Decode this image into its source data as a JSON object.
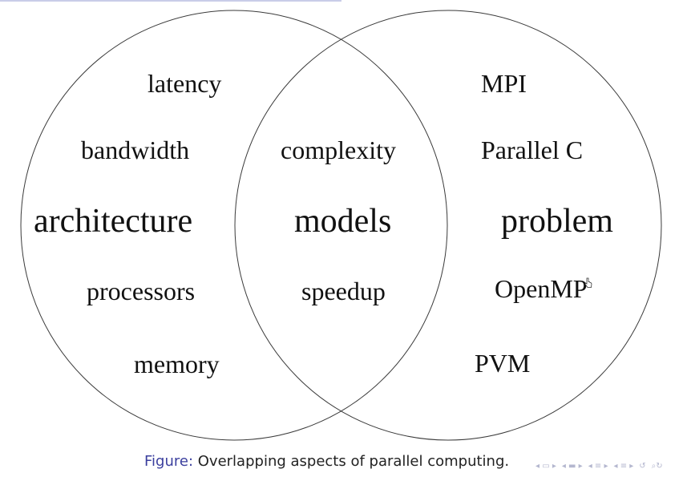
{
  "venn": {
    "left_terms": [
      "latency",
      "bandwidth",
      "architecture",
      "processors",
      "memory"
    ],
    "center_terms": [
      "complexity",
      "models",
      "speedup"
    ],
    "right_terms": [
      "MPI",
      "Parallel C",
      "problem",
      "OpenMP",
      "PVM"
    ]
  },
  "caption": {
    "label": "Figure:",
    "text": "Overlapping aspects of parallel computing."
  },
  "navigation": {
    "icons": [
      "nav-left-icon",
      "nav-right-icon",
      "nav-section-left-icon",
      "nav-section-right-icon",
      "nav-subsection-icon",
      "nav-search-icon"
    ]
  },
  "colors": {
    "circle_stroke": "#3a3a3a",
    "caption_label": "#3b3f9e",
    "nav_icons": "#b4b7cf"
  }
}
